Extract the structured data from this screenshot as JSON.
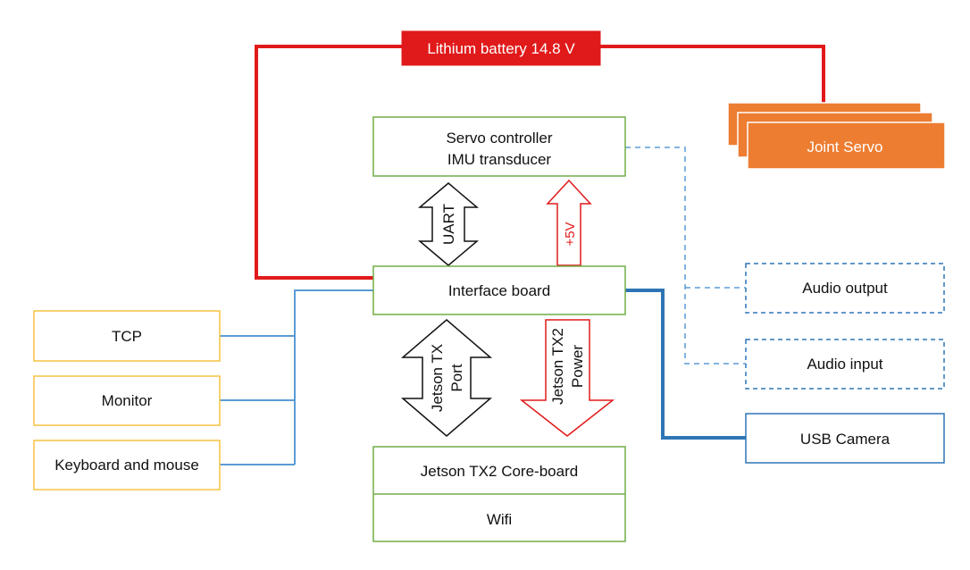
{
  "colors": {
    "power_line": "#e01a1a",
    "servo_fill": "#ed7d31",
    "green_border": "#70ad47",
    "yellow_border": "#f5c242",
    "blue_line": "#2e75b6",
    "light_blue_line": "#5b9bd5"
  },
  "nodes": {
    "battery": "Lithium battery 14.8 V",
    "joint_servo": "Joint Servo",
    "servo_controller_line1": "Servo controller",
    "servo_controller_line2": "IMU transducer",
    "interface_board": "Interface board",
    "core_board": "Jetson TX2 Core-board",
    "wifi": "Wifi",
    "tcp": "TCP",
    "monitor": "Monitor",
    "keyboard_mouse": "Keyboard and mouse",
    "audio_output": "Audio output",
    "audio_input": "Audio input",
    "usb_camera": "USB Camera"
  },
  "arrows": {
    "uart": "UART",
    "plus5v": "+5V",
    "jetson_port_line1": "Jetson TX",
    "jetson_port_line2": "Port",
    "jetson_power_line1": "Jetson TX2",
    "jetson_power_line2": "Power"
  }
}
